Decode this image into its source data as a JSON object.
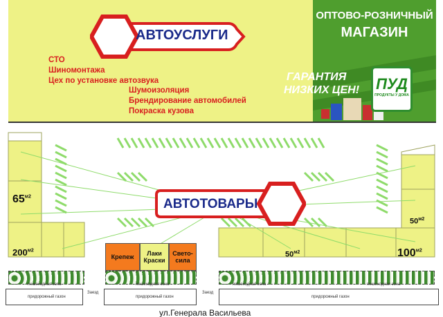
{
  "colors": {
    "accent_red": "#d81f1f",
    "hex_text_blue": "#1a2a8a",
    "yellow": "#eef286",
    "green": "#4f9e2e",
    "stripe_green": "#8edb6a"
  },
  "top_left": {
    "badge": "АВТОУСЛУГИ",
    "services_left": [
      "СТО",
      "Шиномонтажа",
      "Цех по установке автозвука"
    ],
    "services_right": [
      "Шумоизоляция",
      "Брендирование автомобилей",
      "Покраска кузова"
    ]
  },
  "top_right": {
    "headline1": "ОПТОВО-РОЗНИЧНЫЙ",
    "headline2": "МАГАЗИН",
    "promo1": "ГАРАНТИЯ",
    "promo2": "НИЗКИХ ЦЕН!",
    "logo": "ПУД",
    "logo_sub": "ПРОДУКТЫ У ДОМА"
  },
  "center_badge": "АВТОТОВАРЫ",
  "areas": {
    "left_65": "65",
    "left_200": "200",
    "right_50_upper": "50",
    "right_50_lower": "50",
    "right_100": "100",
    "unit": "м2"
  },
  "shops": [
    {
      "name": "Крепеж",
      "color": "#f47a1e"
    },
    {
      "name": "Лаки\nКраски",
      "color": "#eef286"
    },
    {
      "name": "Свето-\nсила",
      "color": "#f47a1e"
    }
  ],
  "labels": {
    "pedestrian": "пешеходная зона",
    "lawn": "придорожный газон",
    "entry": "Заезд"
  },
  "street": "ул.Генерала Васильева"
}
